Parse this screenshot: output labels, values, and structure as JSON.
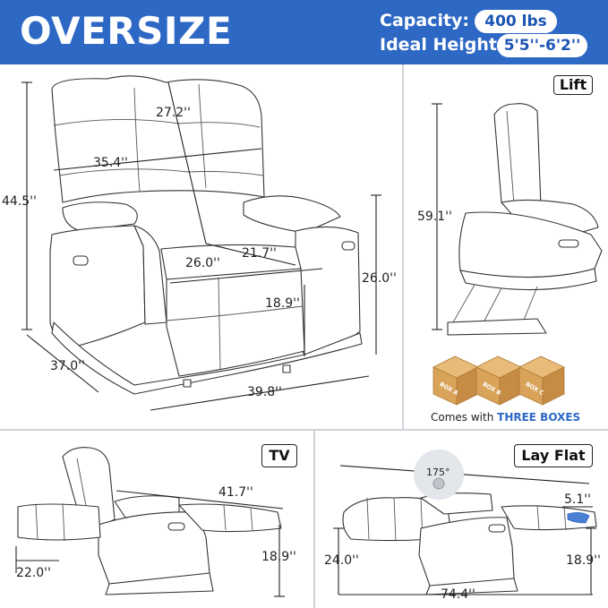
{
  "header": {
    "title": "OVERSIZE",
    "capacity_label": "Capacity:",
    "capacity_value": "400 lbs",
    "height_label": "Ideal Height:",
    "height_value": "5'5''-6'2''"
  },
  "main_view": {
    "back_height": "27.2''",
    "back_width": "35.4''",
    "total_height": "44.5''",
    "seat_width": "26.0''",
    "seat_depth": "21.7''",
    "seat_height": "18.9''",
    "arm_height": "26.0''",
    "depth": "37.0''",
    "width": "39.8''"
  },
  "lift_view": {
    "tag": "Lift",
    "height": "59.1''"
  },
  "boxes": {
    "labels": [
      "BOX A",
      "BOX B",
      "BOX C"
    ],
    "caption_prefix": "Comes with ",
    "caption_highlight": "THREE BOXES"
  },
  "tv_view": {
    "tag": "TV",
    "length": "41.7''",
    "wall_clearance": "22.0''",
    "seat_height": "18.9''"
  },
  "layflat_view": {
    "tag": "Lay Flat",
    "angle": "175°",
    "length": "74.4''",
    "footrest_gap": "5.1''",
    "height": "24.0''",
    "seat_height": "18.9''"
  },
  "colors": {
    "header_blue": "#2d68c4",
    "box_brown": "#d9a35a",
    "accent_blue": "#2d68c4"
  }
}
